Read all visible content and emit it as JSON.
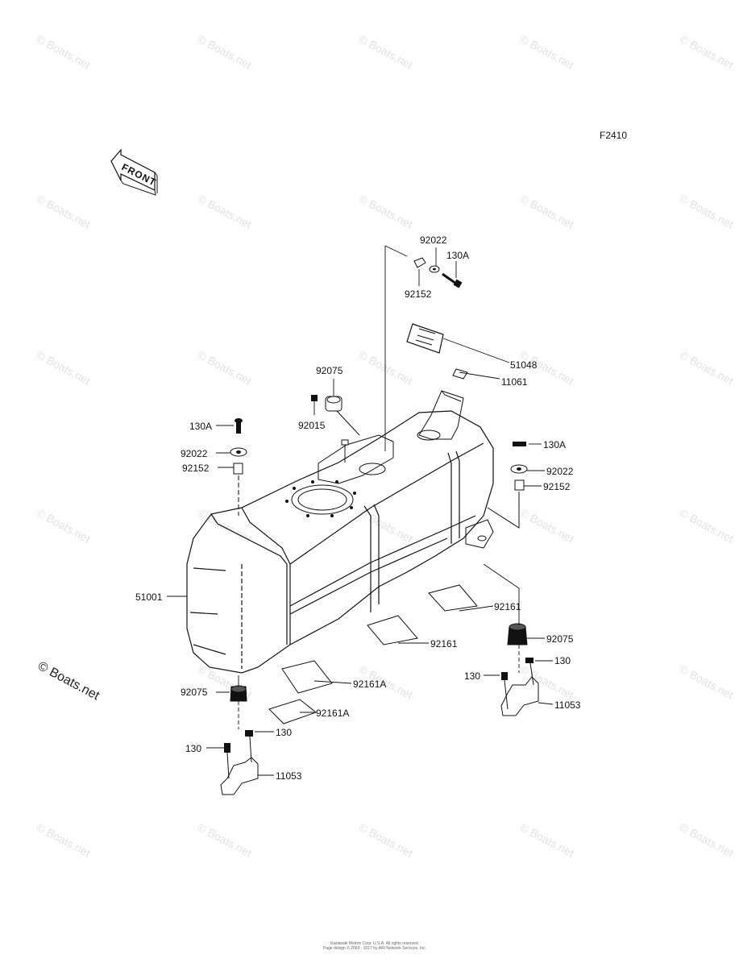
{
  "figure_code": "F2410",
  "front_label": "FRONT",
  "watermark_text": "© Boats.net",
  "copyright_line1": "Kawasaki Motors Corp. U.S.A. All rights reserved.",
  "copyright_line2": "Page design © 2003 - 2017 by ARI Network Services, Inc.",
  "parts": {
    "p92022_top": "92022",
    "p130A_top": "130A",
    "p92152_top": "92152",
    "p51048": "51048",
    "p11061": "11061",
    "p92075_top": "92075",
    "p92015": "92015",
    "p130A_left": "130A",
    "p92022_left": "92022",
    "p92152_left": "92152",
    "p130A_right": "130A",
    "p92022_right": "92022",
    "p92152_right": "92152",
    "p51001": "51001",
    "p92161_right": "92161",
    "p92161_mid": "92161",
    "p92161A_1": "92161A",
    "p92161A_2": "92161A",
    "p92075_right": "92075",
    "p130_right_a": "130",
    "p130_right_b": "130",
    "p11053_right": "11053",
    "p92075_left": "92075",
    "p130_left_a": "130",
    "p130_left_b": "130",
    "p11053_left": "11053"
  }
}
